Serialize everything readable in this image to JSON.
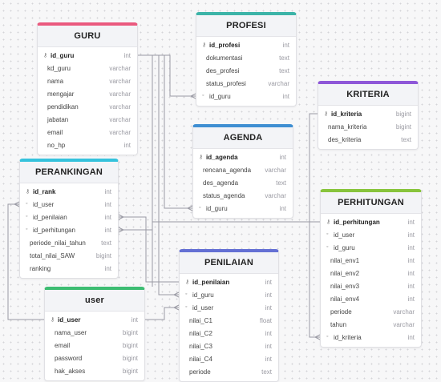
{
  "tables": [
    {
      "id": "guru",
      "title": "GURU",
      "color": "#ea5a7e",
      "columns": [
        {
          "name": "id_guru",
          "type": "int",
          "key": "pk"
        },
        {
          "name": "kd_guru",
          "type": "varchar"
        },
        {
          "name": "nama",
          "type": "varchar"
        },
        {
          "name": "mengajar",
          "type": "varchar"
        },
        {
          "name": "pendidikan",
          "type": "varchar"
        },
        {
          "name": "jabatan",
          "type": "varchar"
        },
        {
          "name": "email",
          "type": "varchar"
        },
        {
          "name": "no_hp",
          "type": "int"
        }
      ]
    },
    {
      "id": "profesi",
      "title": "PROFESI",
      "color": "#3cb4a8",
      "columns": [
        {
          "name": "id_profesi",
          "type": "int",
          "key": "pk"
        },
        {
          "name": "dokumentasi",
          "type": "text"
        },
        {
          "name": "des_profesi",
          "type": "text"
        },
        {
          "name": "status_profesi",
          "type": "varchar"
        },
        {
          "name": "id_guru",
          "type": "int",
          "key": "fk"
        }
      ]
    },
    {
      "id": "kriteria",
      "title": "KRITERIA",
      "color": "#8e57d8",
      "columns": [
        {
          "name": "id_kriteria",
          "type": "bigint",
          "key": "pk"
        },
        {
          "name": "nama_kriteria",
          "type": "bigint"
        },
        {
          "name": "des_kriteria",
          "type": "text"
        }
      ]
    },
    {
      "id": "agenda",
      "title": "AGENDA",
      "color": "#3f8fd2",
      "columns": [
        {
          "name": "id_agenda",
          "type": "int",
          "key": "pk"
        },
        {
          "name": "rencana_agenda",
          "type": "varchar"
        },
        {
          "name": "des_agenda",
          "type": "text"
        },
        {
          "name": "status_agenda",
          "type": "varchar"
        },
        {
          "name": "id_guru",
          "type": "int",
          "key": "fk"
        }
      ]
    },
    {
      "id": "perankingan",
      "title": "PERANKINGAN",
      "color": "#35c2dc",
      "columns": [
        {
          "name": "id_rank",
          "type": "int",
          "key": "pk"
        },
        {
          "name": "id_user",
          "type": "int",
          "key": "fk"
        },
        {
          "name": "id_penilaian",
          "type": "int",
          "key": "fk"
        },
        {
          "name": "id_perhitungan",
          "type": "int",
          "key": "fk"
        },
        {
          "name": "periode_nilai_tahun",
          "type": "text"
        },
        {
          "name": "total_nilai_SAW",
          "type": "bigint"
        },
        {
          "name": "ranking",
          "type": "int"
        }
      ]
    },
    {
      "id": "perhitungan",
      "title": "PERHITUNGAN",
      "color": "#88c43c",
      "columns": [
        {
          "name": "id_perhitungan",
          "type": "int",
          "key": "pk"
        },
        {
          "name": "id_user",
          "type": "int",
          "key": "fk"
        },
        {
          "name": "id_guru",
          "type": "int",
          "key": "fk"
        },
        {
          "name": "nilai_env1",
          "type": "int"
        },
        {
          "name": "nilai_env2",
          "type": "int"
        },
        {
          "name": "nilai_env3",
          "type": "int"
        },
        {
          "name": "nilai_env4",
          "type": "int"
        },
        {
          "name": "periode",
          "type": "varchar"
        },
        {
          "name": "tahun",
          "type": "varchar"
        },
        {
          "name": "id_kriteria",
          "type": "int",
          "key": "fk"
        }
      ]
    },
    {
      "id": "penilaian",
      "title": "PENILAIAN",
      "color": "#6470d4",
      "columns": [
        {
          "name": "id_penilaian",
          "type": "int",
          "key": "pk"
        },
        {
          "name": "id_guru",
          "type": "int",
          "key": "fk"
        },
        {
          "name": "id_user",
          "type": "int",
          "key": "fk"
        },
        {
          "name": "nilai_C1",
          "type": "float"
        },
        {
          "name": "nilai_C2",
          "type": "int"
        },
        {
          "name": "nilai_C3",
          "type": "int"
        },
        {
          "name": "nilai_C4",
          "type": "int"
        },
        {
          "name": "periode",
          "type": "text"
        }
      ]
    },
    {
      "id": "user",
      "title": "user",
      "color": "#3dbd72",
      "columns": [
        {
          "name": "id_user",
          "type": "int",
          "key": "pk"
        },
        {
          "name": "nama_user",
          "type": "bigint"
        },
        {
          "name": "email",
          "type": "bigint"
        },
        {
          "name": "password",
          "type": "bigint"
        },
        {
          "name": "hak_akses",
          "type": "bigint"
        }
      ]
    }
  ],
  "icons": {
    "pk": "key-icon",
    "fk": "foreign-key-icon"
  },
  "edge_color": "#9a9aa4"
}
